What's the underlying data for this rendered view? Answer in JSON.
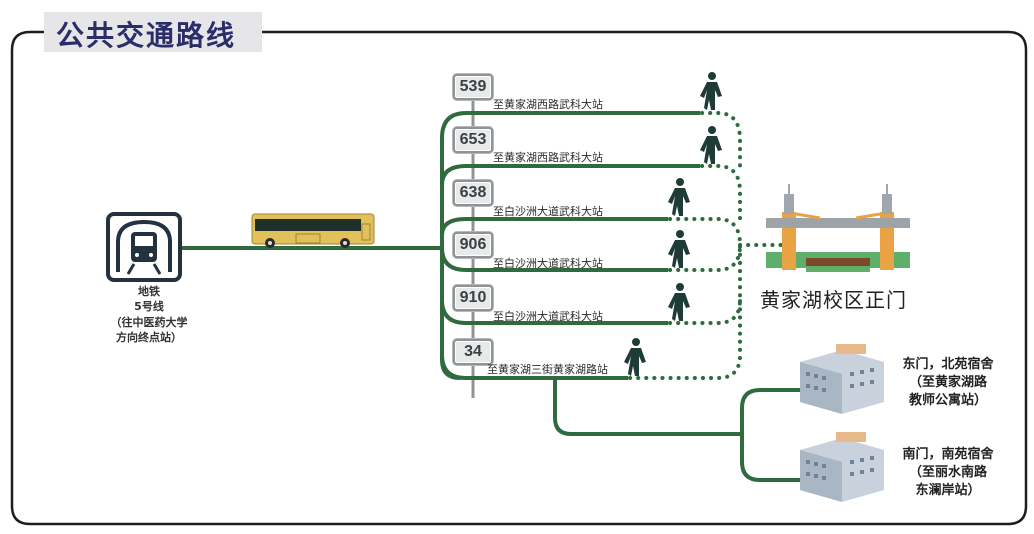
{
  "title": "公共交通路线",
  "colors": {
    "route_green": "#2f6b3f",
    "title_text": "#2b2d6b",
    "title_bg": "#e6e6e9",
    "walker": "#1f3b35",
    "bus_body": "#e2c15a"
  },
  "metro": {
    "icon": "metro-train-icon",
    "line1": "地铁",
    "line2": "5号线",
    "line3": "（往中医药大学",
    "line4": "方向终点站）"
  },
  "bus_icon": "bus-icon",
  "routes": [
    {
      "number": "539",
      "destination": "至黄家湖西路武科大站"
    },
    {
      "number": "653",
      "destination": "至黄家湖西路武科大站"
    },
    {
      "number": "638",
      "destination": "至白沙洲大道武科大站"
    },
    {
      "number": "906",
      "destination": "至白沙洲大道武科大站"
    },
    {
      "number": "910",
      "destination": "至白沙洲大道武科大站"
    },
    {
      "number": "34",
      "destination": "至黄家湖三街黄家湖路站"
    }
  ],
  "campus": {
    "icon": "campus-gate-icon",
    "label": "黄家湖校区正门"
  },
  "dorms": [
    {
      "icon": "dorm-building-icon",
      "line1": "东门，北苑宿舍",
      "line2": "（至黄家湖路",
      "line3": "教师公寓站）"
    },
    {
      "icon": "dorm-building-icon",
      "line1": "南门，南苑宿舍",
      "line2": "（至丽水南路",
      "line3": "东澜岸站）"
    }
  ]
}
